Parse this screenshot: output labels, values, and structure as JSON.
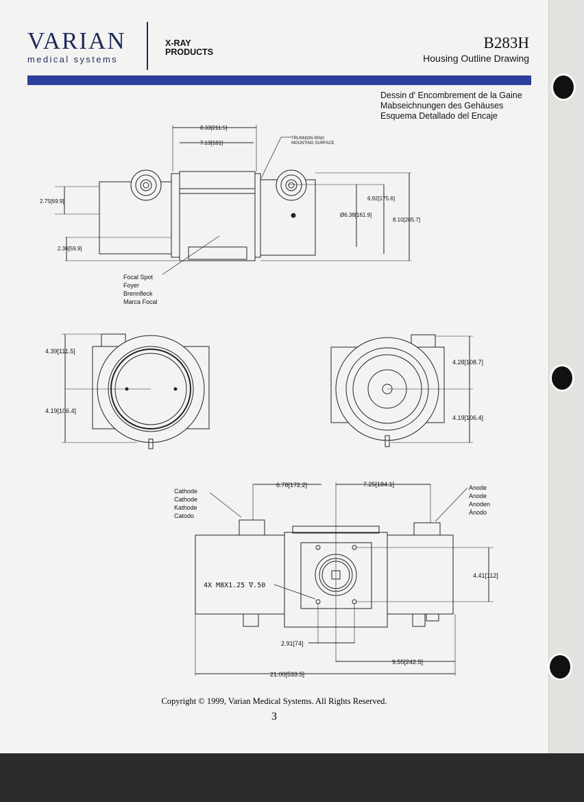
{
  "header": {
    "brand": "VARIAN",
    "brand_sub": "medical systems",
    "division_line1": "X-RAY",
    "division_line2": "PRODUCTS",
    "model": "B283H",
    "title": "Housing Outline Drawing"
  },
  "translations": [
    "Dessin d' Encombrement de la Gaine",
    "Mabseichnungen des Gehäuses",
    "Esquema Detallado del Encaje"
  ],
  "side_view": {
    "dims": [
      "8.33[211.5]",
      "7.13[181]",
      "2.75[69.9]",
      "2.36[59.9]",
      "6.92[175.6]",
      "Ø6.38[161.9]",
      "8.10[205.7]"
    ],
    "trunnion_label": [
      "TRUNNION RING",
      "MOUNTING SURFACE"
    ],
    "focal_labels": [
      "Focal Spot",
      "Foyer",
      "Brennfleck",
      "Marca Focal"
    ]
  },
  "end_views": {
    "left_dims": [
      "4.39[111.5]",
      "4.19[106.4]"
    ],
    "right_dims": [
      "4.28[108.7]",
      "4.19[106.4]"
    ]
  },
  "top_view": {
    "dims": [
      "6.78[172.2]",
      "7.25[184.1]",
      "4.41[112]",
      "2.91[74]",
      "9.55[242.5]",
      "21.00[533.5]"
    ],
    "thread_note": "4X M8X1.25 ∇.50",
    "cathode_labels": [
      "Cathode",
      "Cathode",
      "Kathode",
      "Catodo"
    ],
    "anode_labels": [
      "Anode",
      "Anode",
      "Anoden",
      "Ánodo"
    ]
  },
  "footer": {
    "copyright": "Copyright © 1999, Varian Medical Systems.  All Rights Reserved.",
    "page": "3"
  }
}
